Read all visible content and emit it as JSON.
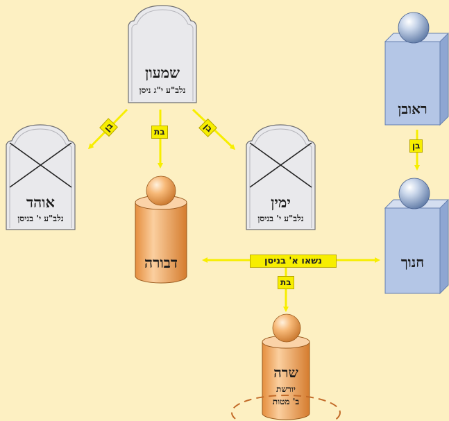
{
  "colors": {
    "background": "#fdf0c2",
    "arrow": "#f7ee00",
    "tag_fill": "#f7ee00",
    "grave": "#e9e9ec",
    "living_female": "#f7b978",
    "living_male": "#a9bde0"
  },
  "people": {
    "shimon": {
      "name": "שמעון",
      "note": "נלב\"ע י\"ג ניסן",
      "icon": "gravestone-icon"
    },
    "ehud": {
      "name": "אוהד",
      "note": "נלב\"ע י' בניסן",
      "icon": "crossed-gravestone-icon"
    },
    "yamin": {
      "name": "ימין",
      "note": "נלב\"ע י' בניסן",
      "icon": "crossed-gravestone-icon"
    },
    "dvora": {
      "name": "דבורה",
      "icon": "female-figure-icon"
    },
    "reuven": {
      "name": "ראובן",
      "icon": "male-figure-icon"
    },
    "hanoch": {
      "name": "חנוך",
      "icon": "male-figure-icon"
    },
    "sara": {
      "name": "שרה",
      "note_line1": "יורשת",
      "note_line2": "ב' מטות",
      "icon": "female-figure-icon"
    }
  },
  "relations": {
    "shimon_ehud": "בן",
    "shimon_dvora": "בת",
    "shimon_yamin": "בן",
    "reuven_hanoch": "בן",
    "marriage": "נשאו א' בניסן",
    "marriage_daughter": "בת"
  }
}
